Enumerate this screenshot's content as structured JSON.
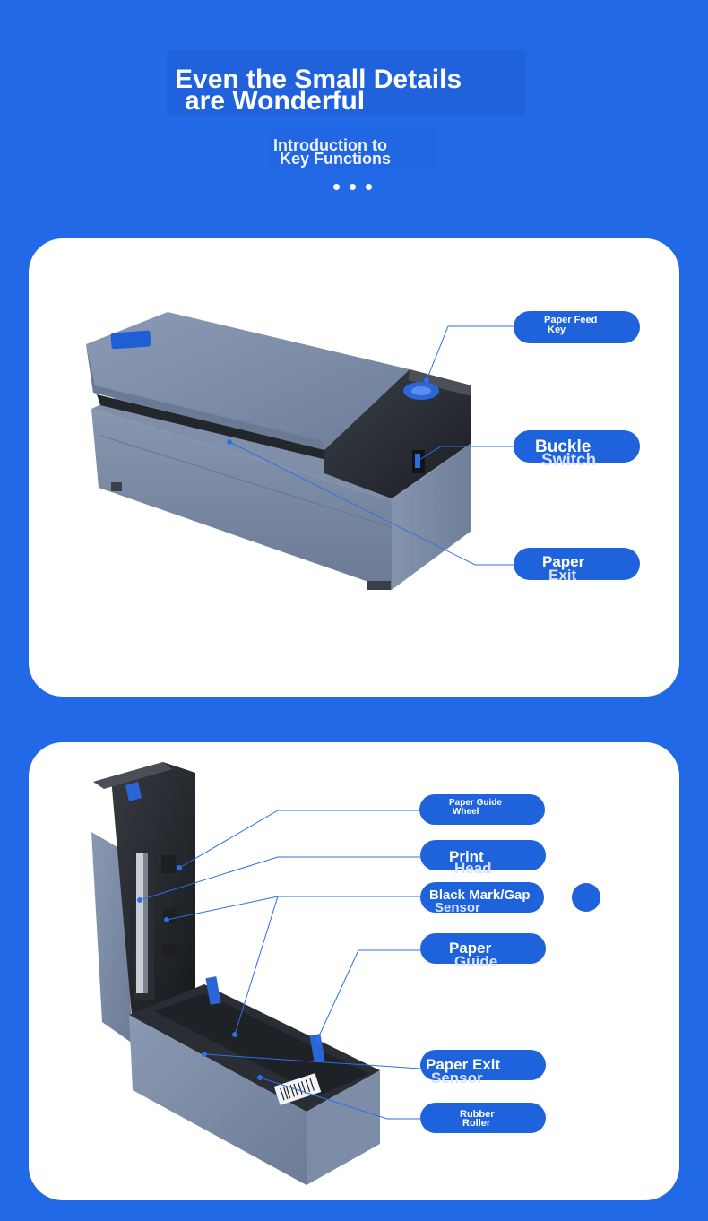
{
  "header": {
    "title_line1": "Even the Small Details",
    "title_line2": "are Wonderful",
    "subtitle_line1": "Introduction to",
    "subtitle_line2": "Key Functions"
  },
  "card1": {
    "labels": {
      "paper_feed_key": {
        "line1": "Paper Feed",
        "line2": "Key"
      },
      "buckle_switch": {
        "line1": "Buckle",
        "line2": "Switch"
      },
      "paper_exit": {
        "line1": "Paper",
        "line2": "Exit"
      }
    }
  },
  "card2": {
    "labels": {
      "paper_guide_wheel": {
        "line1": "Paper Guide",
        "line2": "Wheel"
      },
      "print_head": {
        "line1": "Print",
        "line2": "Head"
      },
      "black_mark_gap_sensor": {
        "line1": "Black Mark/Gap",
        "line2": "Sensor"
      },
      "paper_guide": {
        "line1": "Paper",
        "line2": "Guide"
      },
      "paper_exit_sensor": {
        "line1": "Paper Exit",
        "line2": "Sensor"
      },
      "rubber_roller": {
        "line1": "Rubber",
        "line2": "Roller"
      }
    }
  },
  "colors": {
    "background": "#2169e6",
    "pill": "#1f63dc",
    "leader_line": "#2c6fe6",
    "printer_body": "#7a8ba6",
    "printer_dark": "#262a30"
  }
}
